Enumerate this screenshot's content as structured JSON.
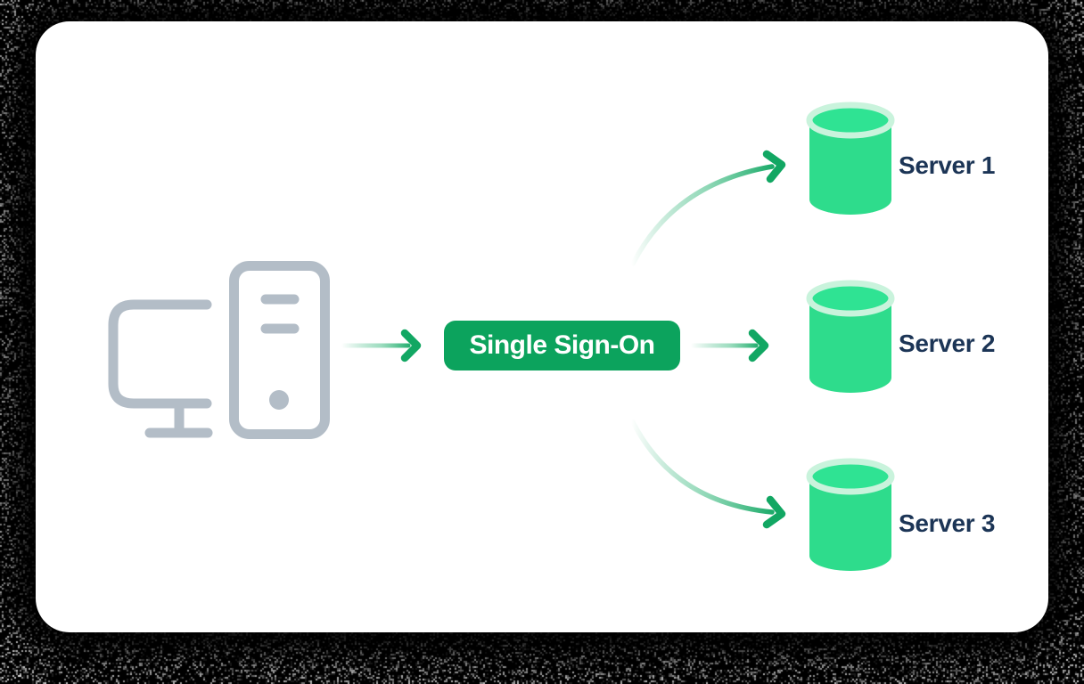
{
  "diagram": {
    "sso": {
      "label": "Single Sign-On"
    },
    "client": {
      "icon": "desktop-computer-icon"
    },
    "servers": [
      {
        "label": "Server 1",
        "icon": "database-cylinder-icon"
      },
      {
        "label": "Server 2",
        "icon": "database-cylinder-icon"
      },
      {
        "label": "Server 3",
        "icon": "database-cylinder-icon"
      }
    ],
    "colors": {
      "background_noise": "#000000",
      "card": "#ffffff",
      "button_green": "#0ca35d",
      "cylinder_green": "#2edc8c",
      "cylinder_top_green": "#2fe393",
      "cylinder_rim": "#c9f3dc",
      "arrow_green": "#12a763",
      "label_navy": "#1c3556",
      "icon_gray": "#b3bdc7"
    }
  }
}
